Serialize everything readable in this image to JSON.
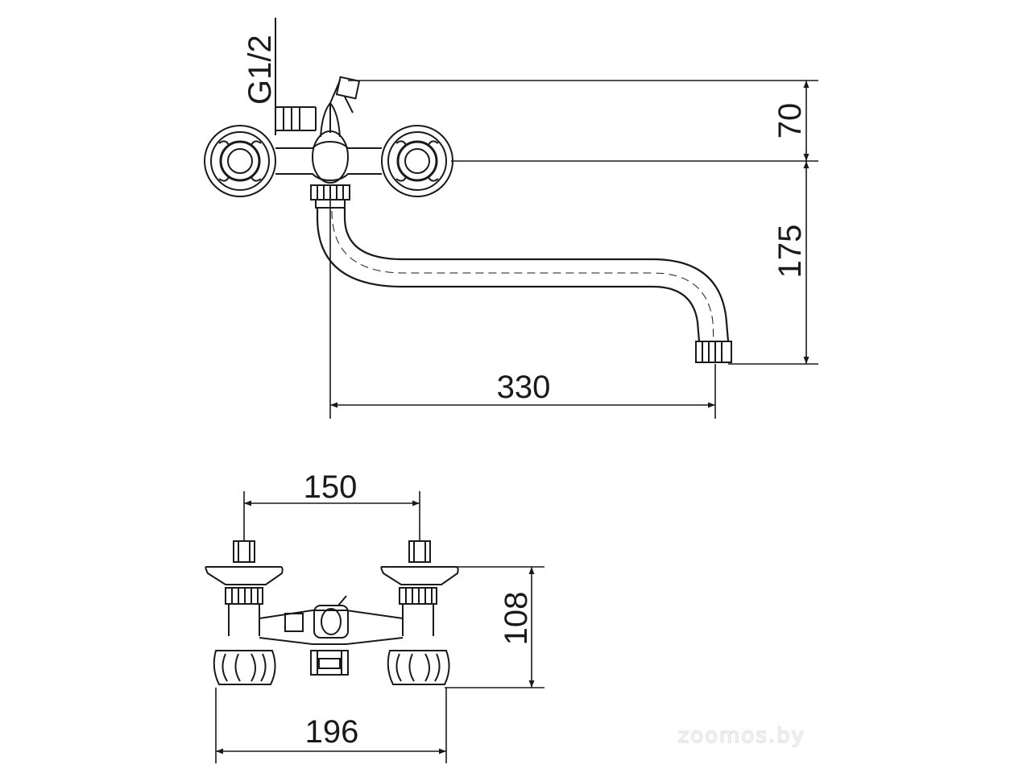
{
  "dimensions": {
    "thread": "G1/2",
    "upper_height": "70",
    "spout_height": "175",
    "spout_reach": "330",
    "inlet_spacing": "150",
    "body_height": "108",
    "overall_width": "196"
  },
  "watermark": "zoomos.by",
  "colors": {
    "line": "#1a1a1a",
    "background": "#ffffff",
    "watermark": "#e6e6e6"
  }
}
